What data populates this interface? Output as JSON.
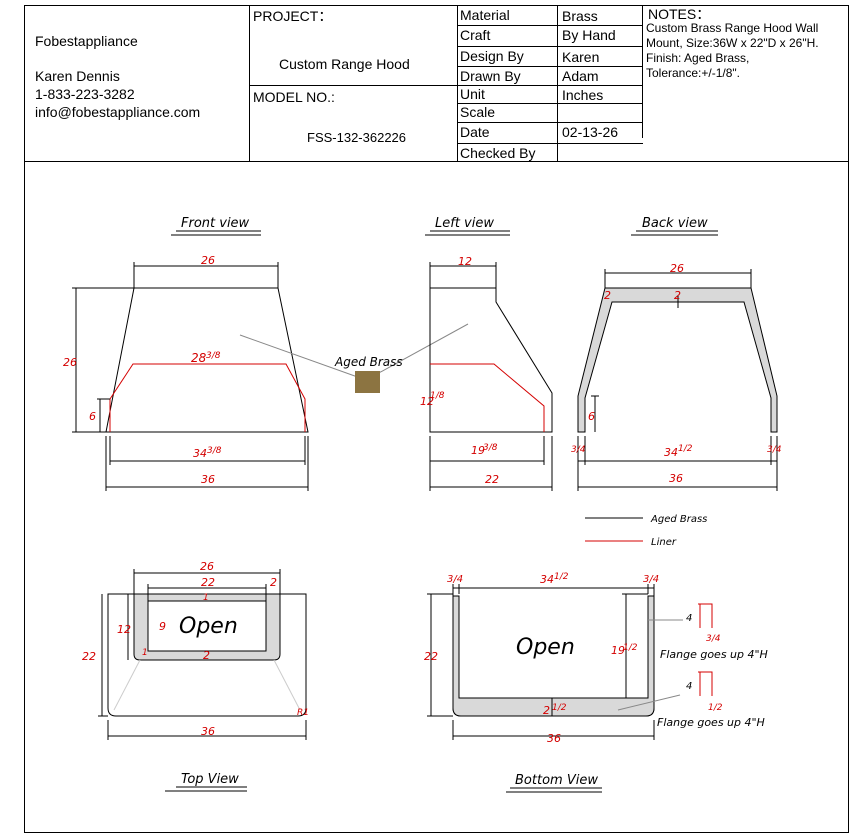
{
  "company": {
    "name": "Fobestappliance",
    "contact_name": "Karen Dennis",
    "phone": "1-833-223-3282",
    "email": "info@fobestappliance.com"
  },
  "project": {
    "label": "PROJECT：",
    "value": "Custom Range Hood"
  },
  "model": {
    "label": "MODEL NO.:",
    "value": "FSS-132-362226"
  },
  "specs": [
    {
      "label": "Material",
      "value": "Brass"
    },
    {
      "label": "Craft",
      "value": "By Hand"
    },
    {
      "label": "Design By",
      "value": "Karen"
    },
    {
      "label": "Drawn By",
      "value": "Adam"
    },
    {
      "label": "Unit",
      "value": "Inches"
    },
    {
      "label": "Scale",
      "value": ""
    },
    {
      "label": "Date",
      "value": "02-13-26"
    },
    {
      "label": "Checked By",
      "value": ""
    }
  ],
  "notes": {
    "title": "NOTES：",
    "line1": "Custom Brass Range Hood Wall",
    "line2": "Mount, Size:36W x 22\"D x 26\"H.",
    "line3": "Finish: Aged Brass,",
    "line4": "Tolerance:+/-1/8\"."
  },
  "views": {
    "front": "Front view",
    "left": "Left view",
    "back": "Back view",
    "top": "Top View",
    "bottom": "Bottom View"
  },
  "legend": {
    "aged_brass": "Aged Brass",
    "liner": "Liner",
    "swatch_label": "Aged Brass",
    "swatch_color": "#8c7441"
  },
  "colors": {
    "outline": "#000000",
    "liner": "#d40000",
    "dim_red": "#d40000",
    "fill_gray": "#d9d9d9"
  },
  "front_dims": {
    "top": "26",
    "height": "26",
    "liner_top": "28",
    "liner_top_frac": "3/8",
    "side": "6",
    "liner_bottom": "34",
    "liner_bottom_frac": "3/8",
    "width": "36"
  },
  "left_dims": {
    "top": "12",
    "side": "12",
    "side_frac": "1/8",
    "liner_bottom": "19",
    "liner_bottom_frac": "3/8",
    "depth": "22"
  },
  "back_dims": {
    "top": "26",
    "corner": "2",
    "center": "2",
    "side": "6",
    "left_thick": "3/4",
    "mid": "34",
    "mid_frac": "1/2",
    "right_thick": "3/4",
    "width": "36"
  },
  "top_dims": {
    "w26": "26",
    "w22": "22",
    "d2": "2",
    "d1": "1",
    "d12": "12",
    "d9": "9",
    "d22": "22",
    "c2": "2",
    "c1": "1",
    "r": "R1",
    "w36": "36",
    "open": "Open"
  },
  "bottom_dims": {
    "l": "3/4",
    "mid": "34",
    "mid_frac": "1/2",
    "r": "3/4",
    "d22": "22",
    "inner": "19",
    "inner_frac": "1/2",
    "bot": "2",
    "bot_frac": "1/2",
    "w36": "36",
    "open": "Open",
    "f4a": "4",
    "f34": "3/4",
    "flange1": "Flange goes up 4\"H",
    "f4b": "4",
    "f12": "1/2",
    "flange2": "Flange goes up 4\"H"
  }
}
